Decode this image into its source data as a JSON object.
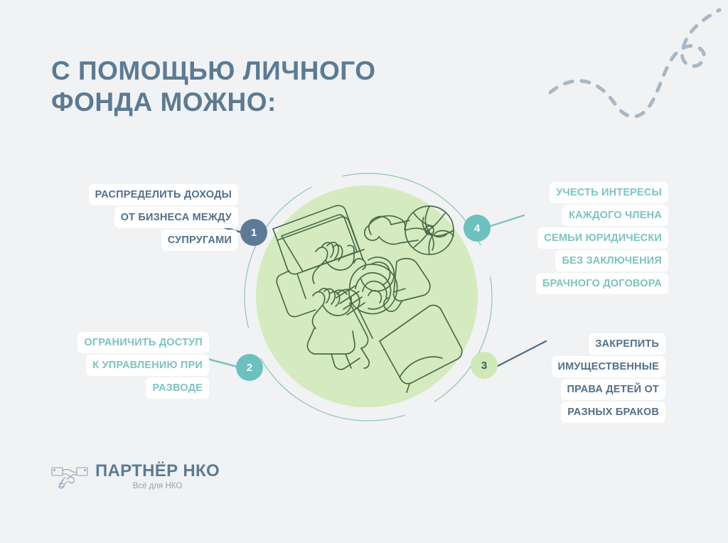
{
  "page": {
    "background_color": "#f1f2f3",
    "slate_color": "#52708b",
    "teal_color": "#7cc4c0",
    "green_disc_color": "#d5ebbf"
  },
  "title": {
    "line1": "С ПОМОЩЬЮ ЛИЧНОГО",
    "line2": "ФОНДА МОЖНО:"
  },
  "callouts": [
    {
      "number": "1",
      "color": "slate",
      "badge_color": "#5d7b96",
      "connector_color": "#4e6a83",
      "lines": [
        "РАСПРЕДЕЛИТЬ ДОХОДЫ",
        "ОТ БИЗНЕСА МЕЖДУ",
        "СУПРУГАМИ"
      ]
    },
    {
      "number": "2",
      "color": "teal",
      "badge_color": "#6cc0be",
      "connector_color": "#7cc4c0",
      "lines": [
        "ОГРАНИЧИТЬ ДОСТУП",
        "К УПРАВЛЕНИЮ ПРИ",
        "РАЗВОДЕ"
      ]
    },
    {
      "number": "3",
      "color": "slate",
      "badge_color": "#cfe9b6",
      "connector_color": "#4e6a83",
      "lines": [
        "ЗАКРЕПИТЬ",
        "ИМУЩЕСТВЕННЫЕ",
        "ПРАВА ДЕТЕЙ ОТ",
        "РАЗНЫХ БРАКОВ"
      ]
    },
    {
      "number": "4",
      "color": "teal",
      "badge_color": "#6cc0be",
      "connector_color": "#7cc4c0",
      "lines": [
        "УЧЕСТЬ ИНТЕРЕСЫ",
        "КАЖДОГО ЧЛЕНА",
        "СЕМЬИ ЮРИДИЧЕСКИ",
        "БЕЗ ЗАКЛЮЧЕНИЯ",
        "БРАЧНОГО ДОГОВОРА"
      ]
    }
  ],
  "center": {
    "illustration_name": "desk-workspace-line-art",
    "illustration_items": [
      "laptop",
      "hands-typing",
      "wristwatch",
      "coffee-cup",
      "saucer",
      "yarn-ball",
      "notebook",
      "pen",
      "flower-pot"
    ]
  },
  "logo": {
    "icon_name": "handshake-banknotes-icon",
    "name": "ПАРТНЁР НКО",
    "tagline": "Всё для НКО"
  },
  "decoration": {
    "dashed_path_name": "dashed-curve-decoration",
    "color": "#aab7c4"
  }
}
